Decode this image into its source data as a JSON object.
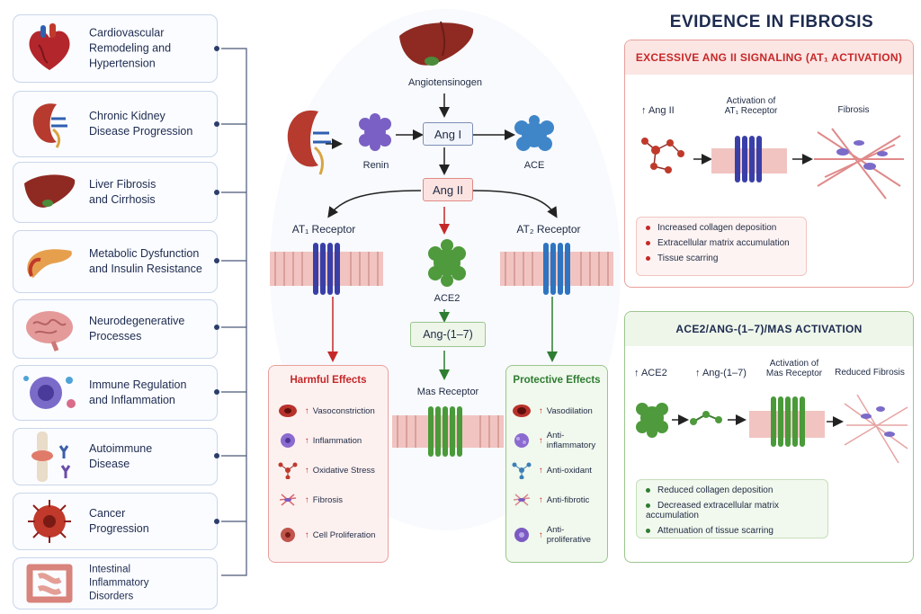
{
  "diseases": [
    {
      "label": "Cardiovascular\nRemodeling and\nHypertension",
      "icon": "heart-icon"
    },
    {
      "label": "Chronic Kidney\nDisease Progression",
      "icon": "kidney-icon"
    },
    {
      "label": "Liver Fibrosis\nand Cirrhosis",
      "icon": "liver-icon"
    },
    {
      "label": "Metabolic Dysfunction\nand Insulin Resistance",
      "icon": "pancreas-icon"
    },
    {
      "label": "Neurodegenerative\nProcesses",
      "icon": "brain-icon"
    },
    {
      "label": "Immune Regulation\nand Inflammation",
      "icon": "immune-cell-icon"
    },
    {
      "label": "Autoimmune\nDisease",
      "icon": "joint-icon"
    },
    {
      "label": "Cancer\nProgression",
      "icon": "tumor-cell-icon"
    },
    {
      "label": "Intestinal\nInflammatory\nDisorders",
      "icon": "intestine-icon"
    }
  ],
  "pathway": {
    "angiotensinogen": "Angiotensinogen",
    "renin": "Renin",
    "ace": "ACE",
    "ang1": "Ang I",
    "ang2": "Ang II",
    "at1": "AT₁ Receptor",
    "at2": "AT₂ Receptor",
    "ace2": "ACE2",
    "ang17": "Ang-(1–7)",
    "mas": "Mas Receptor"
  },
  "harmful": {
    "title": "Harmful Effects",
    "items": [
      "Vasoconstriction",
      "Inflammation",
      "Oxidative Stress",
      "Fibrosis",
      "Cell Proliferation"
    ]
  },
  "protective": {
    "title": "Protective Effects",
    "items": [
      "Vasodilation",
      "Anti-inflammatory",
      "Anti-oxidant",
      "Anti-fibrotic",
      "Anti-proliferative"
    ]
  },
  "evidence": {
    "title": "EVIDENCE IN FIBROSIS",
    "panel1": {
      "title": "EXCESSIVE ANG II SIGNALING (AT₁ ACTIVATION)",
      "step1": "↑ Ang II",
      "step2": "Activation of\nAT₁ Receptor",
      "step3": "Fibrosis",
      "bullets": [
        "Increased collagen deposition",
        "Extracellular matrix accumulation",
        "Tissue scarring"
      ]
    },
    "panel2": {
      "title": "ACE2/ANG-(1–7)/MAS ACTIVATION",
      "step1": "↑ ACE2",
      "step2": "↑ Ang-(1–7)",
      "step3": "Activation of\nMas Receptor",
      "step4": "Reduced Fibrosis",
      "bullets": [
        "Reduced collagen deposition",
        "Decreased extracellular matrix accumulation",
        "Attenuation of tissue scarring"
      ]
    }
  },
  "colors": {
    "harmful": "#c62828",
    "protective": "#2e7d32",
    "navy": "#1d2b4f"
  }
}
